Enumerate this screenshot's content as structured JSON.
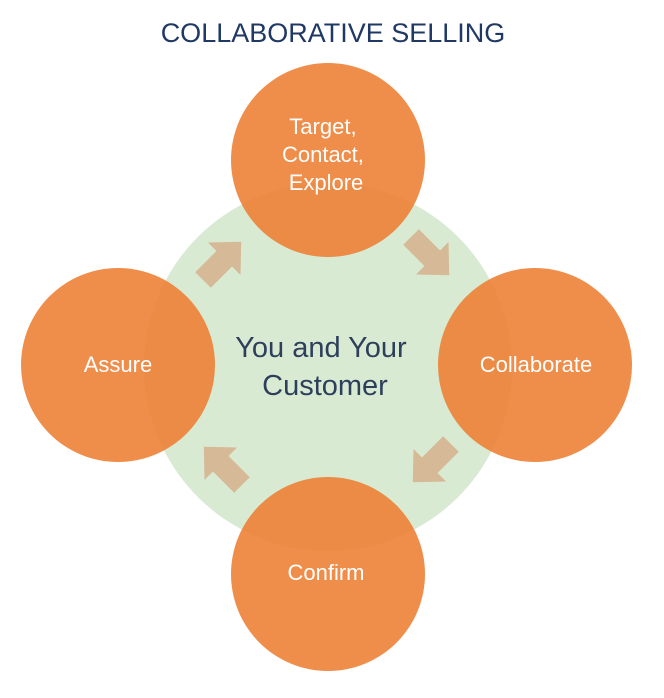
{
  "title": "COLLABORATIVE SELLING",
  "center": {
    "lines": [
      "You and Your",
      "Customer"
    ]
  },
  "nodes": {
    "top": {
      "lines": [
        "Target,",
        "Contact,",
        "Explore"
      ]
    },
    "right": {
      "lines": [
        "Collaborate"
      ]
    },
    "bottom": {
      "lines": [
        "Confirm"
      ]
    },
    "left": {
      "lines": [
        "Assure"
      ]
    }
  },
  "colors": {
    "node_fill": "#ed7d31",
    "center_fill": "#d9ead3",
    "arrow_fill": "#d6b996",
    "title_color": "#1f3864",
    "center_text_color": "#2e3f5c",
    "node_text_color": "#ffffff"
  }
}
